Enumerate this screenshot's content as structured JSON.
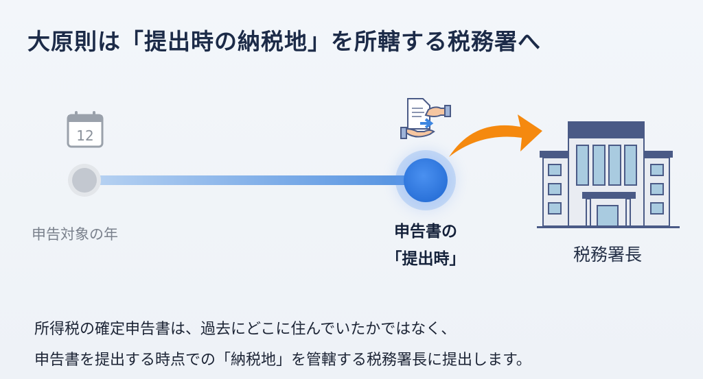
{
  "title": "大原則は「提出時の納税地」を所轄する税務署へ",
  "timeline": {
    "start_label": "申告対象の年",
    "calendar_day": "12",
    "end_label_line1": "申告書の",
    "end_label_line2": "「提出時」"
  },
  "destination": {
    "label": "税務署長"
  },
  "body": {
    "line1": "所得税の確定申告書は、過去にどこに住んでいたかではなく、",
    "line2": "申告書を提出する時点での「納税地」を管轄する税務署長に提出します。"
  },
  "colors": {
    "accent": "#2a72dc",
    "arrow": "#f5890f",
    "title": "#1c2b48",
    "building": "#4a5a86"
  }
}
